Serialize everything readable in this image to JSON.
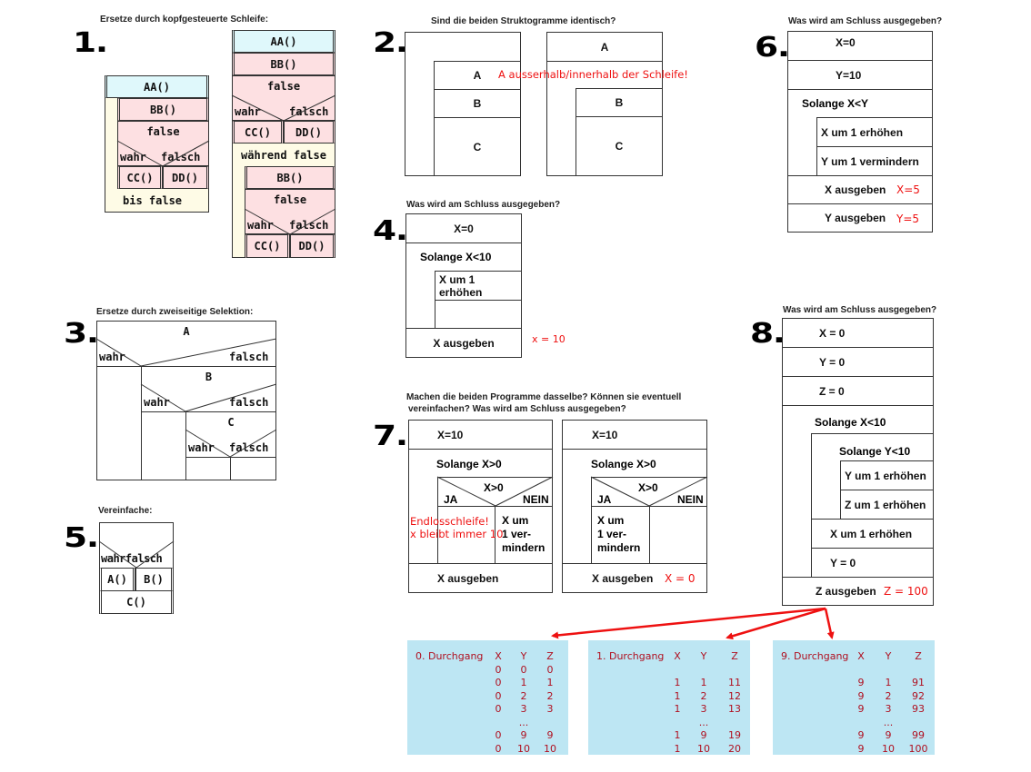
{
  "tasks": {
    "t1": {
      "number": "1.",
      "title": "Ersetze durch kopfgesteuerte Schleife:",
      "left": {
        "aa": "AA()",
        "bb": "BB()",
        "cond": "false",
        "yes": "wahr",
        "no": "falsch",
        "cc": "CC()",
        "dd": "DD()",
        "until": "bis false"
      },
      "right": {
        "aa": "AA()",
        "bb": "BB()",
        "cond": "false",
        "yes": "wahr",
        "no": "falsch",
        "cc": "CC()",
        "dd": "DD()",
        "while": "während false",
        "bb2": "BB()",
        "cond2": "false",
        "yes2": "wahr",
        "no2": "falsch",
        "cc2": "CC()",
        "dd2": "DD()"
      }
    },
    "t2": {
      "number": "2.",
      "title": "Sind die beiden Struktogramme identisch?",
      "left": {
        "a": "A",
        "b": "B",
        "c": "C"
      },
      "right": {
        "a": "A",
        "b": "B",
        "c": "C"
      },
      "answer": "A ausserhalb/innerhalb der Schleife!"
    },
    "t3": {
      "number": "3.",
      "title": "Ersetze durch zweiseitige Selektion:",
      "a": "A",
      "b": "B",
      "c": "C",
      "yes": "wahr",
      "no": "falsch"
    },
    "t4": {
      "number": "4.",
      "title": "Was wird am Schluss ausgegeben?",
      "init": "X=0",
      "loop": "Solange X<10",
      "body": "X um 1 erhöhen",
      "out": "X ausgeben",
      "answer": "x = 10"
    },
    "t5": {
      "number": "5.",
      "title": "Vereinfache:",
      "yes": "wahr",
      "no": "falsch",
      "a": "A()",
      "b": "B()",
      "c": "C()"
    },
    "t6": {
      "number": "6.",
      "title": "Was wird am Schluss ausgegeben?",
      "x0": "X=0",
      "y0": "Y=10",
      "loop": "Solange X<Y",
      "inc": "X um 1 erhöhen",
      "dec": "Y um 1 vermindern",
      "outx": "X ausgeben",
      "outy": "Y ausgeben",
      "ansx": "X=5",
      "ansy": "Y=5"
    },
    "t7": {
      "number": "7.",
      "title_line1": "Machen die beiden Programme dasselbe? Können sie eventuell",
      "title_line2": "vereinfachen? Was wird am Schluss ausgegeben?",
      "left": {
        "init": "X=10",
        "loop": "Solange X>0",
        "cond": "X>0",
        "yes": "JA",
        "no": "NEIN",
        "body1": "X um",
        "body2": "1 ver-",
        "body3": "mindern",
        "out": "X ausgeben"
      },
      "right": {
        "init": "X=10",
        "loop": "Solange X>0",
        "cond": "X>0",
        "yes": "JA",
        "no": "NEIN",
        "body1": "X um",
        "body2": "1 ver-",
        "body3": "mindern",
        "out": "X ausgeben"
      },
      "answer_left_1": "Endlosschleife!",
      "answer_left_2": "x bleibt immer 10",
      "answer_right": "X = 0"
    },
    "t8": {
      "number": "8.",
      "title": "Was wird am Schluss ausgegeben?",
      "x0": "X = 0",
      "y0": "Y = 0",
      "z0": "Z = 0",
      "outer": "Solange X<10",
      "inner": "Solange Y<10",
      "yinc": "Y um 1 erhöhen",
      "zinc": "Z um 1 erhöhen",
      "xinc": "X um 1 erhöhen",
      "yreset": "Y = 0",
      "out": "Z ausgeben",
      "answer": "Z = 100"
    }
  },
  "traces": [
    {
      "label": "0. Durchgang",
      "headers": [
        "X",
        "Y",
        "Z"
      ],
      "X": [
        "0",
        "0",
        "0",
        "0",
        "",
        "0",
        "0"
      ],
      "Y": [
        "0",
        "1",
        "2",
        "3",
        "...",
        "9",
        "10"
      ],
      "Z": [
        "0",
        "1",
        "2",
        "3",
        "",
        "9",
        "10"
      ]
    },
    {
      "label": "1. Durchgang",
      "headers": [
        "X",
        "Y",
        "Z"
      ],
      "X": [
        "",
        "1",
        "1",
        "1",
        "",
        "1",
        "1"
      ],
      "Y": [
        "",
        "1",
        "2",
        "3",
        "...",
        "9",
        "10"
      ],
      "Z": [
        "",
        "11",
        "12",
        "13",
        "",
        "19",
        "20"
      ]
    },
    {
      "label": "9. Durchgang",
      "headers": [
        "X",
        "Y",
        "Z"
      ],
      "X": [
        "",
        "9",
        "9",
        "9",
        "",
        "9",
        "9"
      ],
      "Y": [
        "",
        "1",
        "2",
        "3",
        "...",
        "9",
        "10"
      ],
      "Z": [
        "",
        "91",
        "92",
        "93",
        "",
        "99",
        "100"
      ]
    }
  ],
  "colors": {
    "answer": "#ee1111",
    "trace_bg": "#bde6f3",
    "trace_text": "#b01020",
    "cyan": "#dff8fb",
    "pink": "#fde0e2",
    "cream": "#fefbe6"
  }
}
